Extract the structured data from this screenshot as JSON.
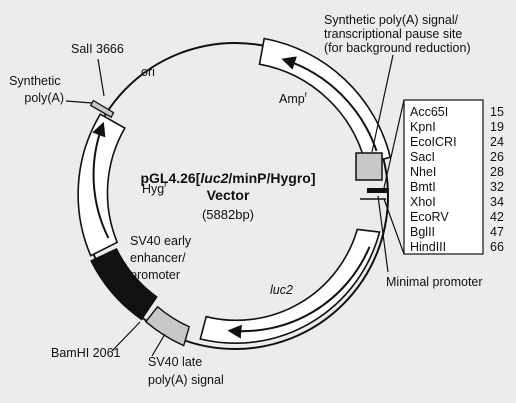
{
  "title_line1": {
    "prefix": "pGL4.26[",
    "italic": "luc2",
    "suffix": "/minP/Hygro]"
  },
  "title_line2": "Vector",
  "size": "(5882bp)",
  "features": {
    "ori": "ori",
    "amp_base": "Amp",
    "amp_sup": "r",
    "hyg_base": "Hyg",
    "hyg_sup": "r",
    "luc2": "luc2",
    "sv40_enhancer": [
      "SV40 early",
      "enhancer/",
      "promoter"
    ],
    "sv40_late": [
      "SV40 late",
      "poly(A) signal"
    ],
    "synthetic_polya": [
      "Synthetic",
      "poly(A)"
    ],
    "synthetic_signal": [
      "Synthetic poly(A) signal/",
      "transcriptional pause site",
      "(for background reduction)"
    ],
    "minimal_promoter": "Minimal promoter"
  },
  "sites": {
    "sali": "SalI 3666",
    "bamhi": "BamHI 2061"
  },
  "mcs": [
    {
      "enzyme": "Acc65I",
      "position": "15"
    },
    {
      "enzyme": "KpnI",
      "position": "19"
    },
    {
      "enzyme": "EcoICRI",
      "position": "24"
    },
    {
      "enzyme": "SacI",
      "position": "26"
    },
    {
      "enzyme": "NheI",
      "position": "28"
    },
    {
      "enzyme": "BmtI",
      "position": "32"
    },
    {
      "enzyme": "XhoI",
      "position": "34"
    },
    {
      "enzyme": "EcoRV",
      "position": "42"
    },
    {
      "enzyme": "BglII",
      "position": "47"
    },
    {
      "enzyme": "HindIII",
      "position": "66"
    }
  ]
}
